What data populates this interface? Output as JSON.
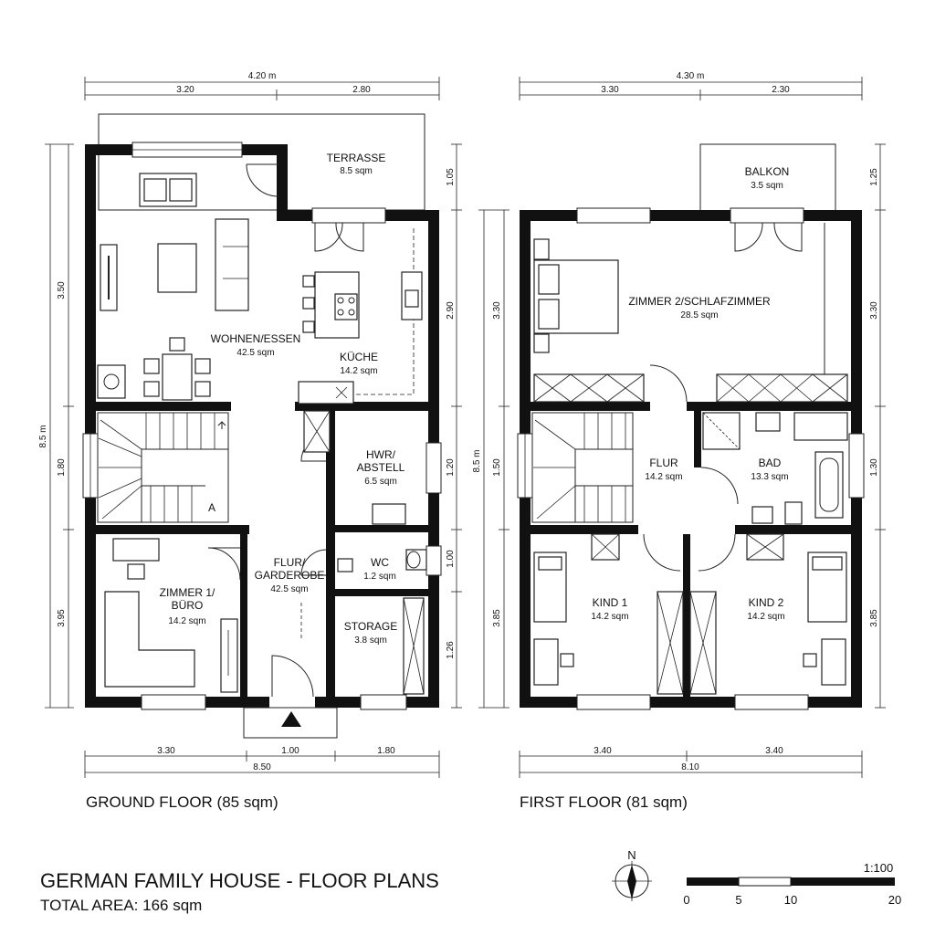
{
  "title": "GERMAN FAMILY HOUSE - FLOOR PLANS",
  "total_area": "TOTAL AREA: 166 sqm",
  "ground_floor": {
    "caption": "GROUND FLOOR (85 sqm)",
    "rooms": [
      {
        "id": "terrasse",
        "name": "TERRASSE",
        "area": "8.5 sqm"
      },
      {
        "id": "wohnen",
        "name": "WOHNEN/ESSEN",
        "area": "42.5 sqm"
      },
      {
        "id": "kueche",
        "name": "KÜCHE",
        "area": "14.2 sqm"
      },
      {
        "id": "hwr",
        "name": "HWR/",
        "name2": "ABSTELL",
        "area": "6.5 sqm"
      },
      {
        "id": "wc",
        "name": "WC",
        "area": "1.2 sqm"
      },
      {
        "id": "flur",
        "name": "FLUR/",
        "name2": "GARDEROBE",
        "area": "42.5 sqm"
      },
      {
        "id": "zimmer1",
        "name": "ZIMMER 1/",
        "name2": "BÜRO",
        "area": "14.2 sqm"
      },
      {
        "id": "storage",
        "name": "STORAGE",
        "area": "3.8 sqm"
      }
    ],
    "dims": {
      "top_total": "4.20 m",
      "top_a": "3.20",
      "top_b": "2.80",
      "bottom_a": "3.30",
      "bottom_b": "1.00",
      "bottom_c": "1.80",
      "bottom_total": "8.50",
      "left_total": "8.5 m",
      "left_a": "3.50",
      "left_b": "1.80",
      "left_c": "3.95",
      "right_a": "1.05",
      "right_b": "2.90",
      "right_c": "1.20",
      "right_d": "1.00",
      "right_e": "1.26"
    },
    "stair_mark": "A"
  },
  "first_floor": {
    "caption": "FIRST FLOOR (81 sqm)",
    "rooms": [
      {
        "id": "balkon",
        "name": "BALKON",
        "area": "3.5 sqm"
      },
      {
        "id": "zimmer2",
        "name": "ZIMMER 2/SCHLAFZIMMER",
        "area": "28.5 sqm"
      },
      {
        "id": "flur",
        "name": "FLUR",
        "area": "14.2 sqm"
      },
      {
        "id": "bad",
        "name": "BAD",
        "area": "13.3 sqm"
      },
      {
        "id": "kind1",
        "name": "KIND 1",
        "area": "14.2 sqm"
      },
      {
        "id": "kind2",
        "name": "KIND 2",
        "area": "14.2 sqm"
      }
    ],
    "dims": {
      "top_total": "4.30 m",
      "top_a": "3.30",
      "top_b": "2.30",
      "bottom_a": "3.40",
      "bottom_b": "3.40",
      "bottom_total": "8.10",
      "left_total": "8.5 m",
      "left_a": "3.30",
      "left_b": "1.50",
      "left_c": "3.85",
      "right_a": "1.25",
      "right_b": "3.30",
      "right_c": "1.30",
      "right_d": "3.85"
    }
  },
  "north_label": "N",
  "scale": {
    "ratio": "1:100",
    "ticks": [
      "0",
      "5",
      "10",
      "20"
    ]
  }
}
